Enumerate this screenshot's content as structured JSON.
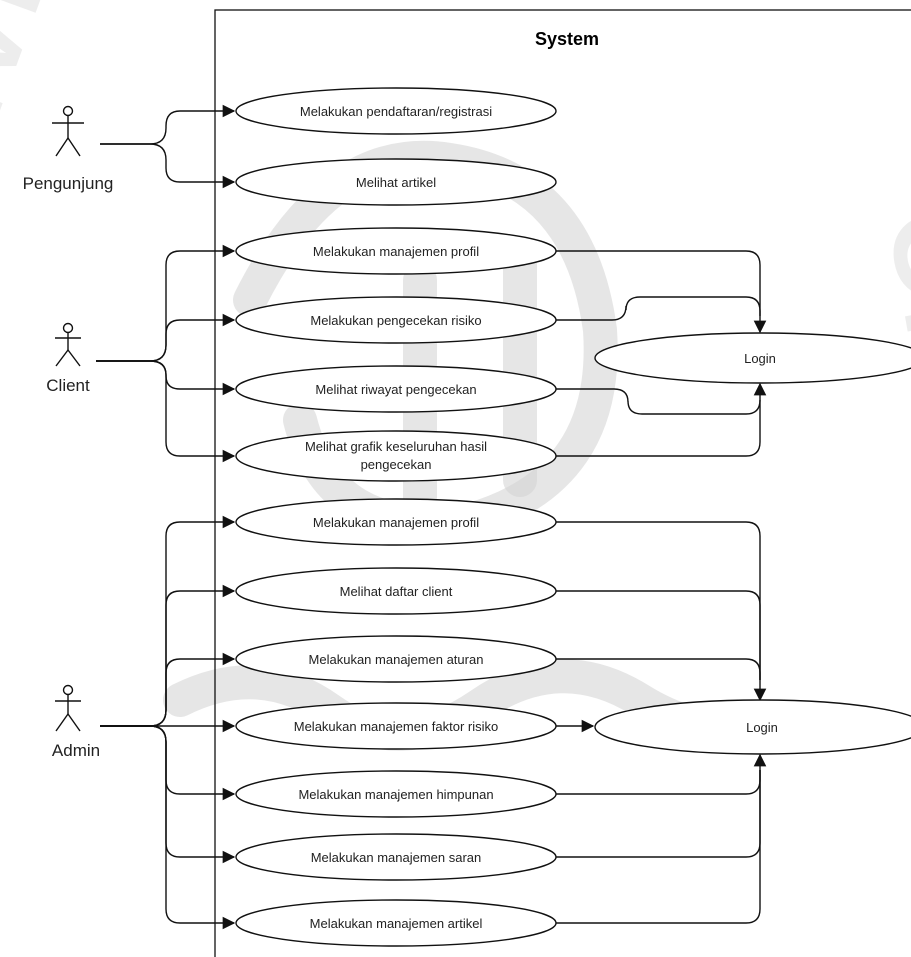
{
  "diagram": {
    "system_label": "System",
    "actors": [
      {
        "id": "pengunjung",
        "label": "Pengunjung"
      },
      {
        "id": "client",
        "label": "Client"
      },
      {
        "id": "admin",
        "label": "Admin"
      }
    ],
    "use_cases": [
      {
        "id": "uc1",
        "lines": [
          "Melakukan pendaftaran/registrasi"
        ],
        "actor": "pengunjung"
      },
      {
        "id": "uc2",
        "lines": [
          "Melihat artikel"
        ],
        "actor": "pengunjung"
      },
      {
        "id": "uc3",
        "lines": [
          "Melakukan manajemen profil"
        ],
        "actor": "client"
      },
      {
        "id": "uc4",
        "lines": [
          "Melakukan pengecekan risiko"
        ],
        "actor": "client"
      },
      {
        "id": "uc5",
        "lines": [
          "Melihat riwayat pengecekan"
        ],
        "actor": "client"
      },
      {
        "id": "uc6",
        "lines": [
          "Melihat grafik keseluruhan hasil",
          "pengecekan"
        ],
        "actor": "client"
      },
      {
        "id": "uc7",
        "lines": [
          "Melakukan manajemen profil"
        ],
        "actor": "admin"
      },
      {
        "id": "uc8",
        "lines": [
          "Melihat daftar client"
        ],
        "actor": "admin"
      },
      {
        "id": "uc9",
        "lines": [
          "Melakukan manajemen aturan"
        ],
        "actor": "admin"
      },
      {
        "id": "uc10",
        "lines": [
          "Melakukan manajemen faktor risiko"
        ],
        "actor": "admin"
      },
      {
        "id": "uc11",
        "lines": [
          "Melakukan manajemen himpunan"
        ],
        "actor": "admin"
      },
      {
        "id": "uc12",
        "lines": [
          "Melakukan manajemen saran"
        ],
        "actor": "admin"
      },
      {
        "id": "uc13",
        "lines": [
          "Melakukan manajemen artikel"
        ],
        "actor": "admin"
      }
    ],
    "logins": [
      {
        "id": "login1",
        "label": "Login"
      },
      {
        "id": "login2",
        "label": "Login"
      }
    ]
  }
}
